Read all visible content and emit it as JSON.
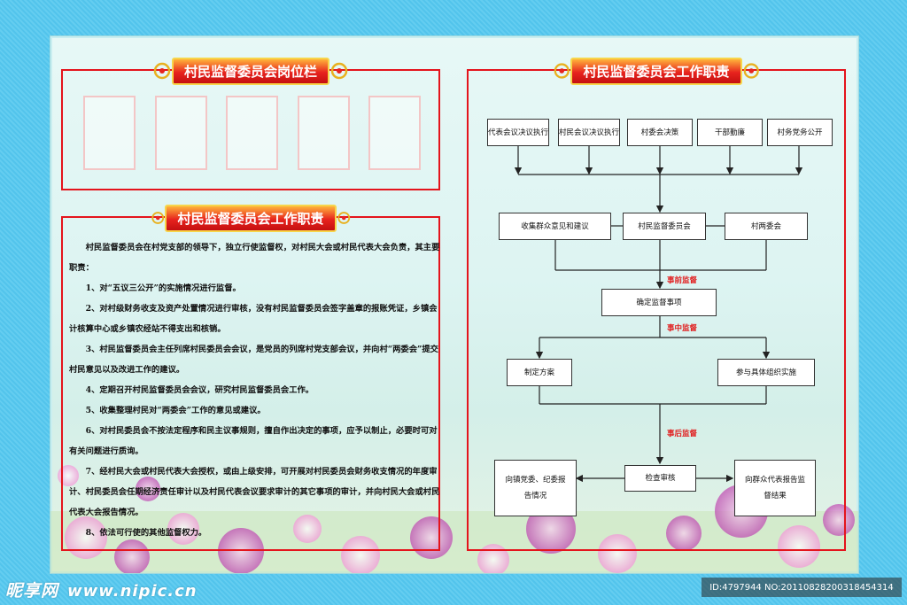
{
  "left_top_panel": {
    "title": "村民监督委员会岗位栏",
    "slot_count": 5
  },
  "left_bottom_panel": {
    "title": "村民监督委员会工作职责",
    "paragraphs": [
      "村民监督委员会在村党支部的领导下，独立行使监督权，对村民大会或村民代表大会负责，其主要职责：",
      "1、对“五议三公开”的实施情况进行监督。",
      "2、对村级财务收支及资产处置情况进行审核，没有村民监督委员会签字盖章的报账凭证，乡镇会计核算中心或乡镇农经站不得支出和核销。",
      "3、村民监督委员会主任列席村民委员会会议，是党员的列席村党支部会议，并向村“两委会”提交村民意见以及改进工作的建议。",
      "4、定期召开村民监督委员会会议，研究村民监督委员会工作。",
      "5、收集整理村民对“两委会”工作的意见或建议。",
      "6、对村民委员会不按法定程序和民主议事规则，擅自作出决定的事项，应予以制止，必要时可对有关问题进行质询。",
      "7、经村民大会或村民代表大会授权，或由上级安排，可开展对村民委员会财务收支情况的年度审计、村民委员会任期经济责任审计以及村民代表会议要求审计的其它事项的审计，并向村民大会或村民代表大会报告情况。",
      "8、依法可行使的其他监督权力。"
    ]
  },
  "right_panel": {
    "title": "村民监督委员会工作职责",
    "top_boxes": [
      "代表会议决议执行",
      "村民会议决议执行",
      "村委会决策",
      "干部勤廉",
      "村务党务公开"
    ],
    "middle_boxes": [
      "收集群众意见和建议",
      "村民监督委员会",
      "村两委会"
    ],
    "confirm_box": "确定监督事项",
    "plan_box": "制定方案",
    "participate_box": "参与具体组织实施",
    "check_box": "检查审核",
    "report_left_box": "向镇党委、纪委报告情况",
    "report_right_box": "向群众代表报告监督结果",
    "labels": [
      "事前监督",
      "事中监督",
      "事后监督"
    ]
  },
  "watermark": {
    "logo": "昵享网",
    "site": "www.nipic.cn",
    "id_text": "ID:4797944 NO:20110828200318454314"
  },
  "colors": {
    "frame": "#5cc9ee",
    "panel_border": "#e4141c",
    "label": "#e11b1b"
  }
}
